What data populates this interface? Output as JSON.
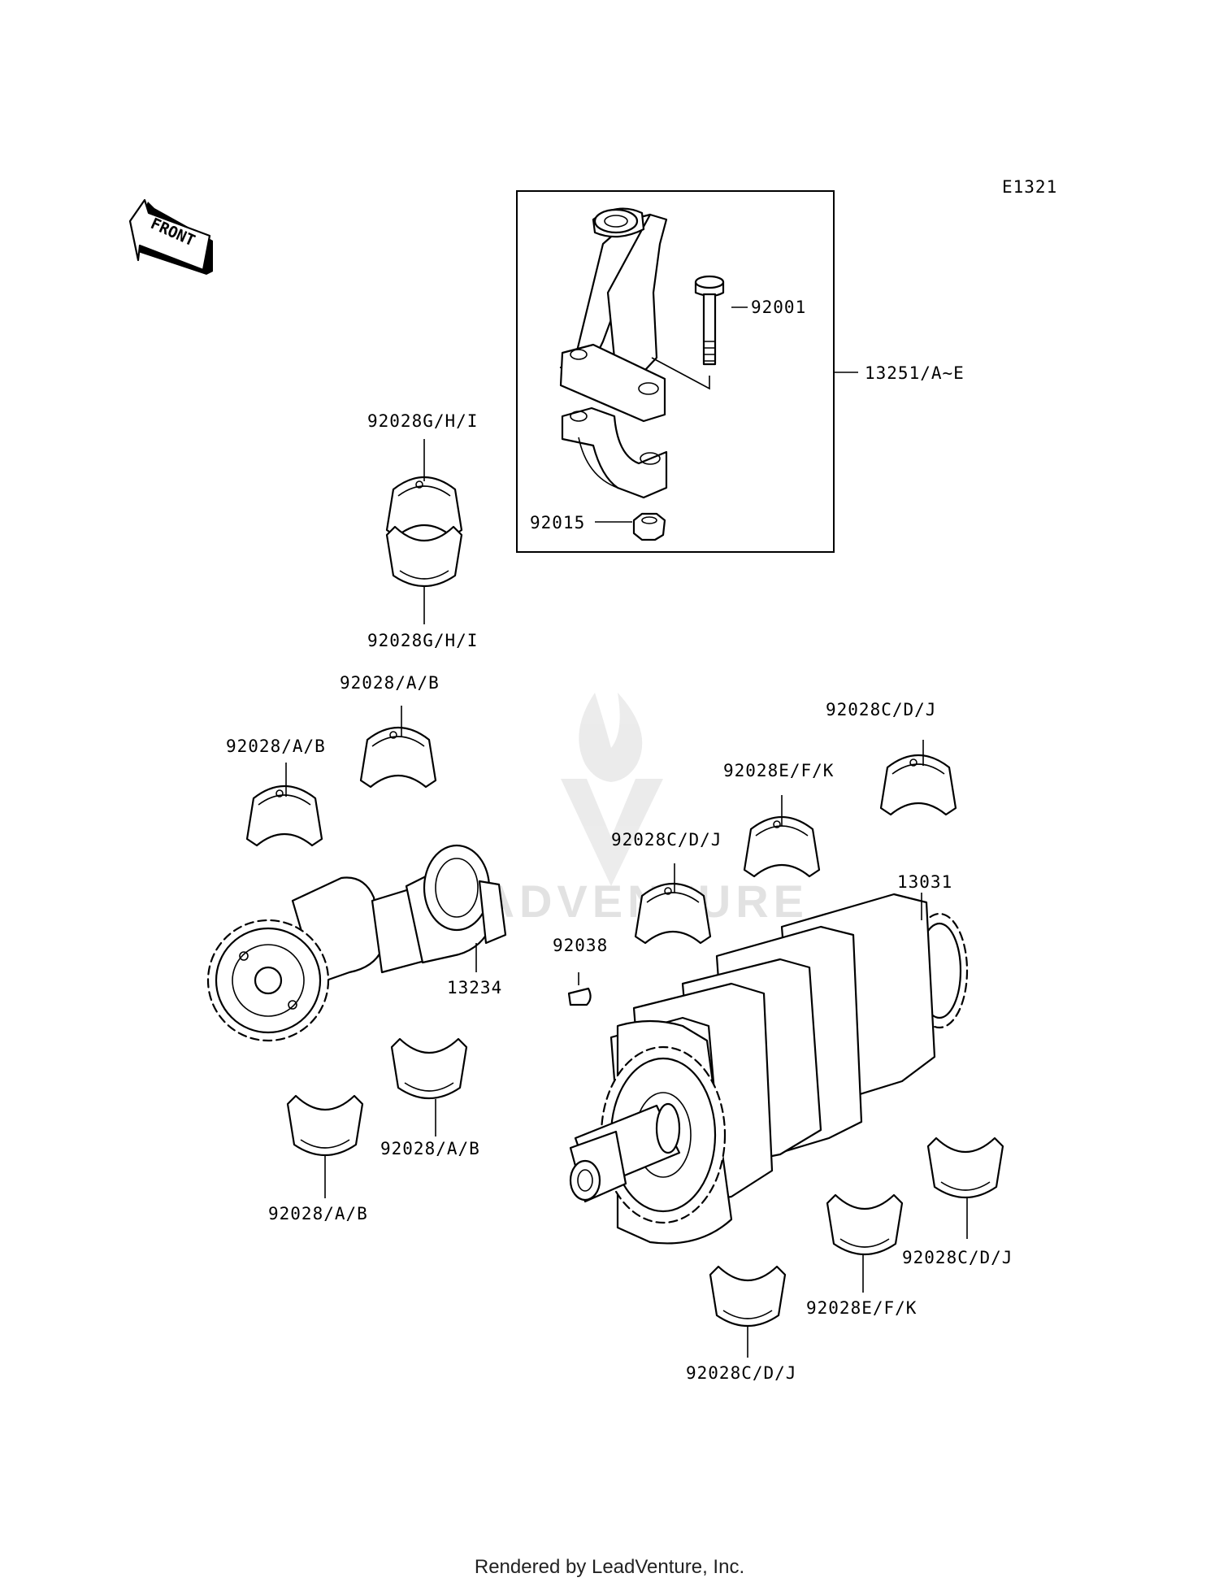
{
  "diagram_code": "E1321",
  "front_arrow_label": "FRONT",
  "watermark_text": "LEADVENTURE",
  "footer": "Rendered by LeadVenture, Inc.",
  "callouts": {
    "c92001": "92001",
    "c13251": "13251/A~E",
    "c92015": "92015",
    "c92028ghi_top": "92028G/H/I",
    "c92028ghi_bottom": "92028G/H/I",
    "c92028ab_1": "92028/A/B",
    "c92028ab_2": "92028/A/B",
    "c92028ab_3": "92028/A/B",
    "c92028ab_4": "92028/A/B",
    "c13234": "13234",
    "c92038": "92038",
    "c92028cdj_1": "92028C/D/J",
    "c92028cdj_2": "92028C/D/J",
    "c92028cdj_3": "92028C/D/J",
    "c92028cdj_4": "92028C/D/J",
    "c92028efk_1": "92028E/F/K",
    "c92028efk_2": "92028E/F/K",
    "c13031": "13031"
  }
}
